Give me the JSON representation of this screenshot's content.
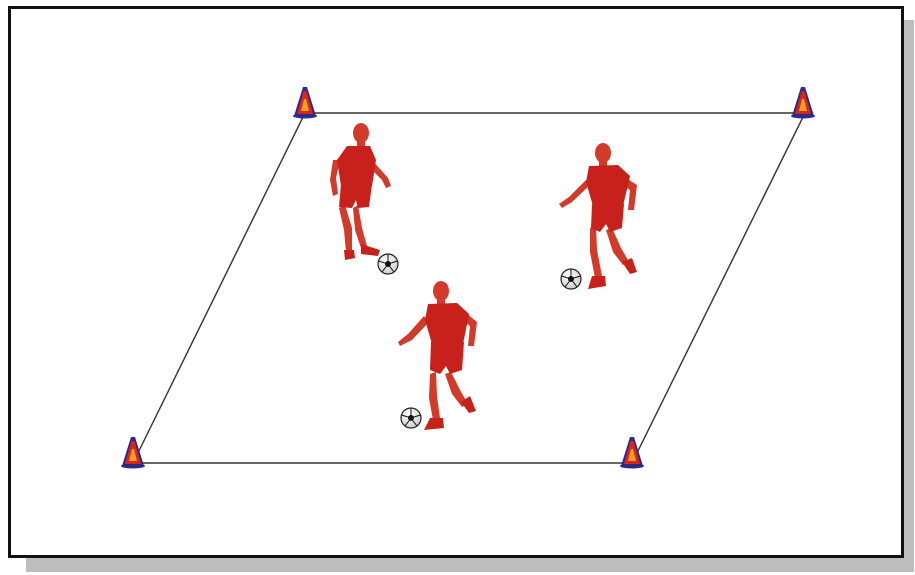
{
  "diagram": {
    "colors": {
      "background": "#ffffff",
      "frame_border": "#111111",
      "frame_shadow": "#bdbdbd",
      "field_line": "#333333",
      "player_kit": "#c8201a",
      "player_skin": "#d23a2a",
      "cone_outer": "#2a2a8a",
      "cone_mid": "#d8261a",
      "cone_inner": "#f0a020",
      "ball": "#ffffff"
    },
    "field": {
      "shape": "parallelogram",
      "corner_markers": "cone-icon"
    },
    "cones": [
      {
        "name": "cone-top-left"
      },
      {
        "name": "cone-top-right"
      },
      {
        "name": "cone-bottom-left"
      },
      {
        "name": "cone-bottom-right"
      }
    ],
    "players": [
      {
        "name": "player-top-left",
        "with_ball": true
      },
      {
        "name": "player-right",
        "with_ball": true
      },
      {
        "name": "player-bottom-center",
        "with_ball": true
      }
    ]
  }
}
